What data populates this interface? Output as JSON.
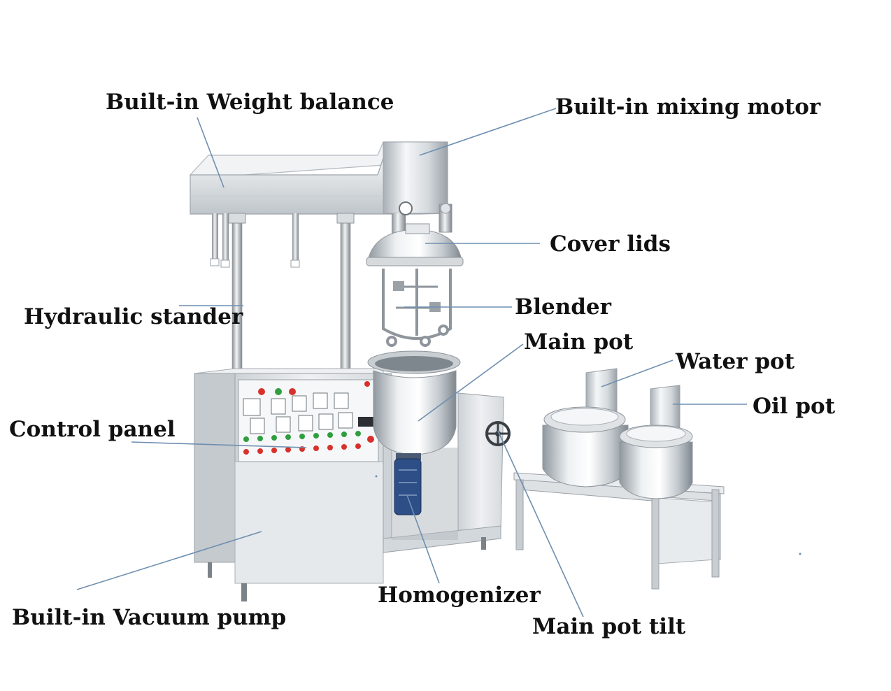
{
  "colors": {
    "leader_line": "#6f8fb0",
    "steel_light": "#e9ecef",
    "steel_mid": "#c4c9ce",
    "steel_dark": "#8e959c",
    "panel_face": "#f3f5f6",
    "indicator_red": "#d8312b",
    "indicator_green": "#2f9e3f",
    "motor_blue": "#2d4e86"
  },
  "labels": {
    "weight_balance": "Built-in Weight balance",
    "mixing_motor": "Built-in mixing motor",
    "cover_lids": "Cover lids",
    "hydraulic_stander": "Hydraulic stander",
    "blender": "Blender",
    "main_pot": "Main pot",
    "water_pot": "Water pot",
    "oil_pot": "Oil pot",
    "control_panel": "Control panel",
    "homogenizer": "Homogenizer",
    "vacuum_pump": "Built-in Vacuum pump",
    "main_pot_tilt": "Main pot tilt"
  }
}
